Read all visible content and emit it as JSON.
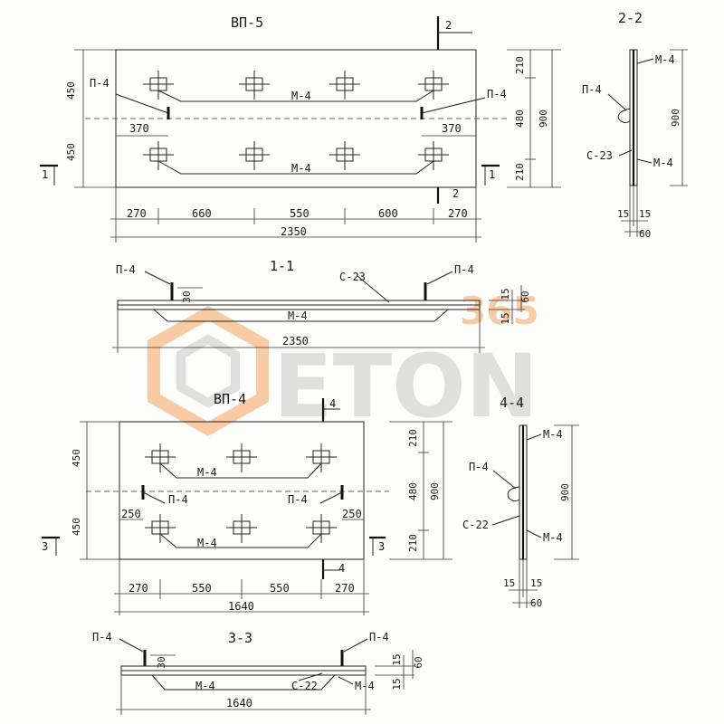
{
  "drawing": {
    "vp5": {
      "title": "ВП-5",
      "section_mark": "2",
      "cut_mark": "1",
      "plates": [
        "П-4",
        "П-4"
      ],
      "mesh": [
        "М-4",
        "М-4"
      ],
      "left_dims": [
        "450",
        "450"
      ],
      "edge_dims": [
        "370",
        "370"
      ],
      "right_dims": [
        "210",
        "480",
        "210",
        "900"
      ],
      "bottom_dims": [
        "270",
        "660",
        "550",
        "600",
        "270",
        "2350"
      ]
    },
    "sec11": {
      "title": "1-1",
      "labels": [
        "П-4",
        "С-23",
        "П-4",
        "М-4"
      ],
      "dims": [
        "30",
        "15",
        "60",
        "15",
        "2350"
      ]
    },
    "sec22": {
      "title": "2-2",
      "labels": [
        "М-4",
        "П-4",
        "С-23",
        "М-4"
      ],
      "dims": [
        "900",
        "15",
        "15",
        "60"
      ]
    },
    "vp4": {
      "title": "ВП-4",
      "section_mark": "4",
      "cut_mark": "3",
      "plates": [
        "П-4",
        "П-4"
      ],
      "mesh": [
        "М-4",
        "М-4"
      ],
      "left_dims": [
        "450",
        "450"
      ],
      "edge_dims": [
        "250",
        "250"
      ],
      "right_dims": [
        "210",
        "480",
        "210",
        "900"
      ],
      "bottom_dims": [
        "270",
        "550",
        "550",
        "270",
        "1640"
      ]
    },
    "sec44": {
      "title": "4-4",
      "labels": [
        "М-4",
        "П-4",
        "С-22",
        "М-4"
      ],
      "dims": [
        "900",
        "15",
        "15",
        "60"
      ]
    },
    "sec33": {
      "title": "3-3",
      "labels": [
        "П-4",
        "П-4",
        "М-4",
        "С-22",
        "М-4"
      ],
      "dims": [
        "30",
        "15",
        "60",
        "15",
        "1640"
      ]
    },
    "watermark": {
      "top": "365",
      "main": "ETON",
      "orange": "#f4a460",
      "grey": "#c8c8c8"
    }
  }
}
